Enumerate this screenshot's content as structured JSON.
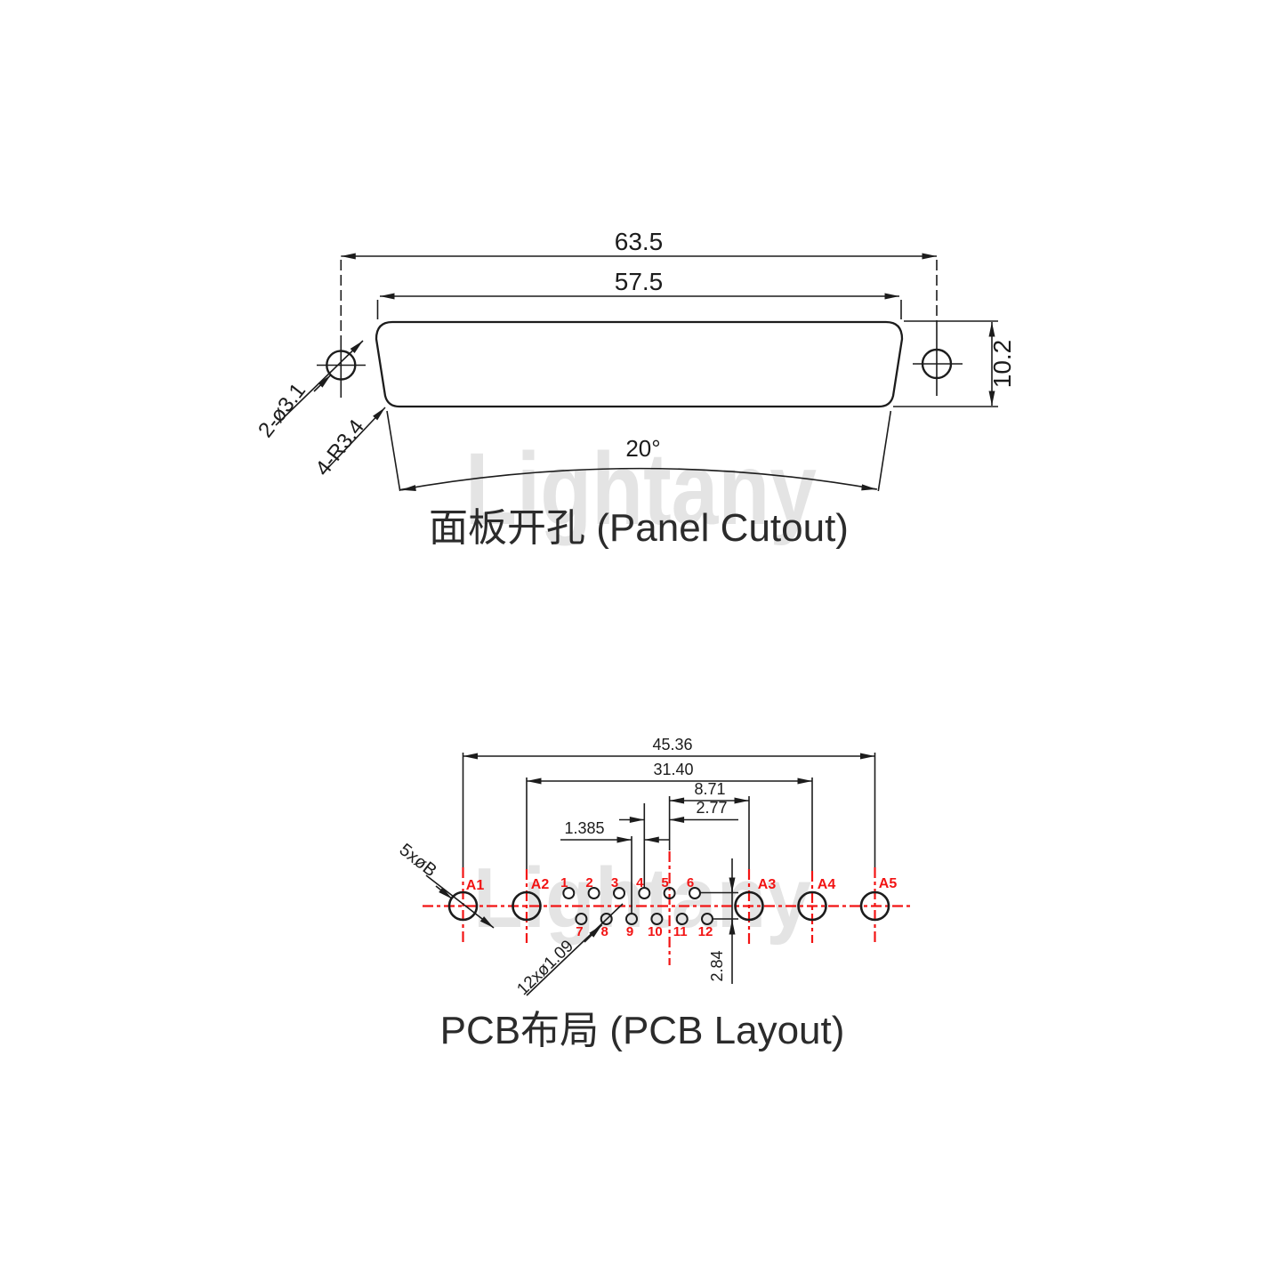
{
  "watermark": {
    "text": "Lightany"
  },
  "colors": {
    "line": "#1c1c1c",
    "red": "#f21414",
    "watermark": "#e4e4e4",
    "title": "#2b2b2b"
  },
  "panel_cutout": {
    "title": "面板开孔 (Panel Cutout)",
    "dim_overall_width": "63.5",
    "dim_cutout_width": "57.5",
    "dim_cutout_height": "10.2",
    "dim_side_angle": "20°",
    "label_mount_holes": "2-ø3.1",
    "label_corner_radius": "4-R3.4"
  },
  "pcb_layout": {
    "title": "PCB布局 (PCB Layout)",
    "dim_a1_a5": "45.36",
    "dim_a2_a4": "31.40",
    "dim_center_a3": "8.71",
    "dim_pin_pitch": "2.77",
    "dim_row_offset": "1.385",
    "dim_row_spacing": "2.84",
    "label_coax_pads": "5xøB",
    "label_pin_holes": "12xø1.09",
    "pads": [
      {
        "label": "A1"
      },
      {
        "label": "A2"
      },
      {
        "label": "A3"
      },
      {
        "label": "A4"
      },
      {
        "label": "A5"
      }
    ],
    "pins": [
      {
        "label": "1"
      },
      {
        "label": "2"
      },
      {
        "label": "3"
      },
      {
        "label": "4"
      },
      {
        "label": "5"
      },
      {
        "label": "6"
      },
      {
        "label": "7"
      },
      {
        "label": "8"
      },
      {
        "label": "9"
      },
      {
        "label": "10"
      },
      {
        "label": "11"
      },
      {
        "label": "12"
      }
    ]
  }
}
